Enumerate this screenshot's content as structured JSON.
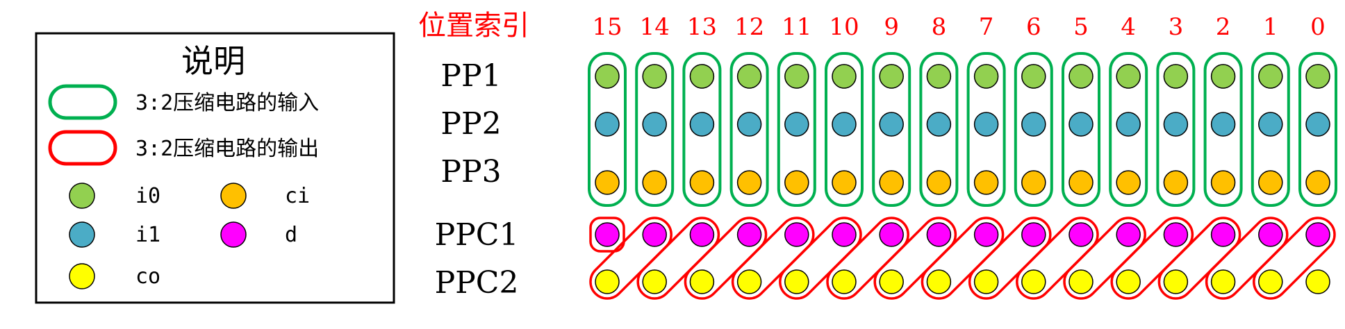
{
  "legend": {
    "title": "说明",
    "input_label": "3:2压缩电路的输入",
    "output_label": "3:2压缩电路的输出",
    "items": [
      {
        "name": "i0",
        "color": "#92d050"
      },
      {
        "name": "ci",
        "color": "#ffc000"
      },
      {
        "name": "i1",
        "color": "#4bacc6"
      },
      {
        "name": "d",
        "color": "#ff00ff"
      },
      {
        "name": "co",
        "color": "#ffff00"
      }
    ]
  },
  "diagram": {
    "position_title": "位置索引",
    "positions": [
      "15",
      "14",
      "13",
      "12",
      "11",
      "10",
      "9",
      "8",
      "7",
      "6",
      "5",
      "4",
      "3",
      "2",
      "1",
      "0"
    ],
    "rows": [
      "PP1",
      "PP2",
      "PP3",
      "PPC1",
      "PPC2"
    ],
    "colors": {
      "i0": "#92d050",
      "i1": "#4bacc6",
      "ci": "#ffc000",
      "d": "#ff00ff",
      "co": "#ffff00",
      "input_outline": "#00b050",
      "output_outline": "#ff0000",
      "index_text": "#ff0000"
    }
  }
}
